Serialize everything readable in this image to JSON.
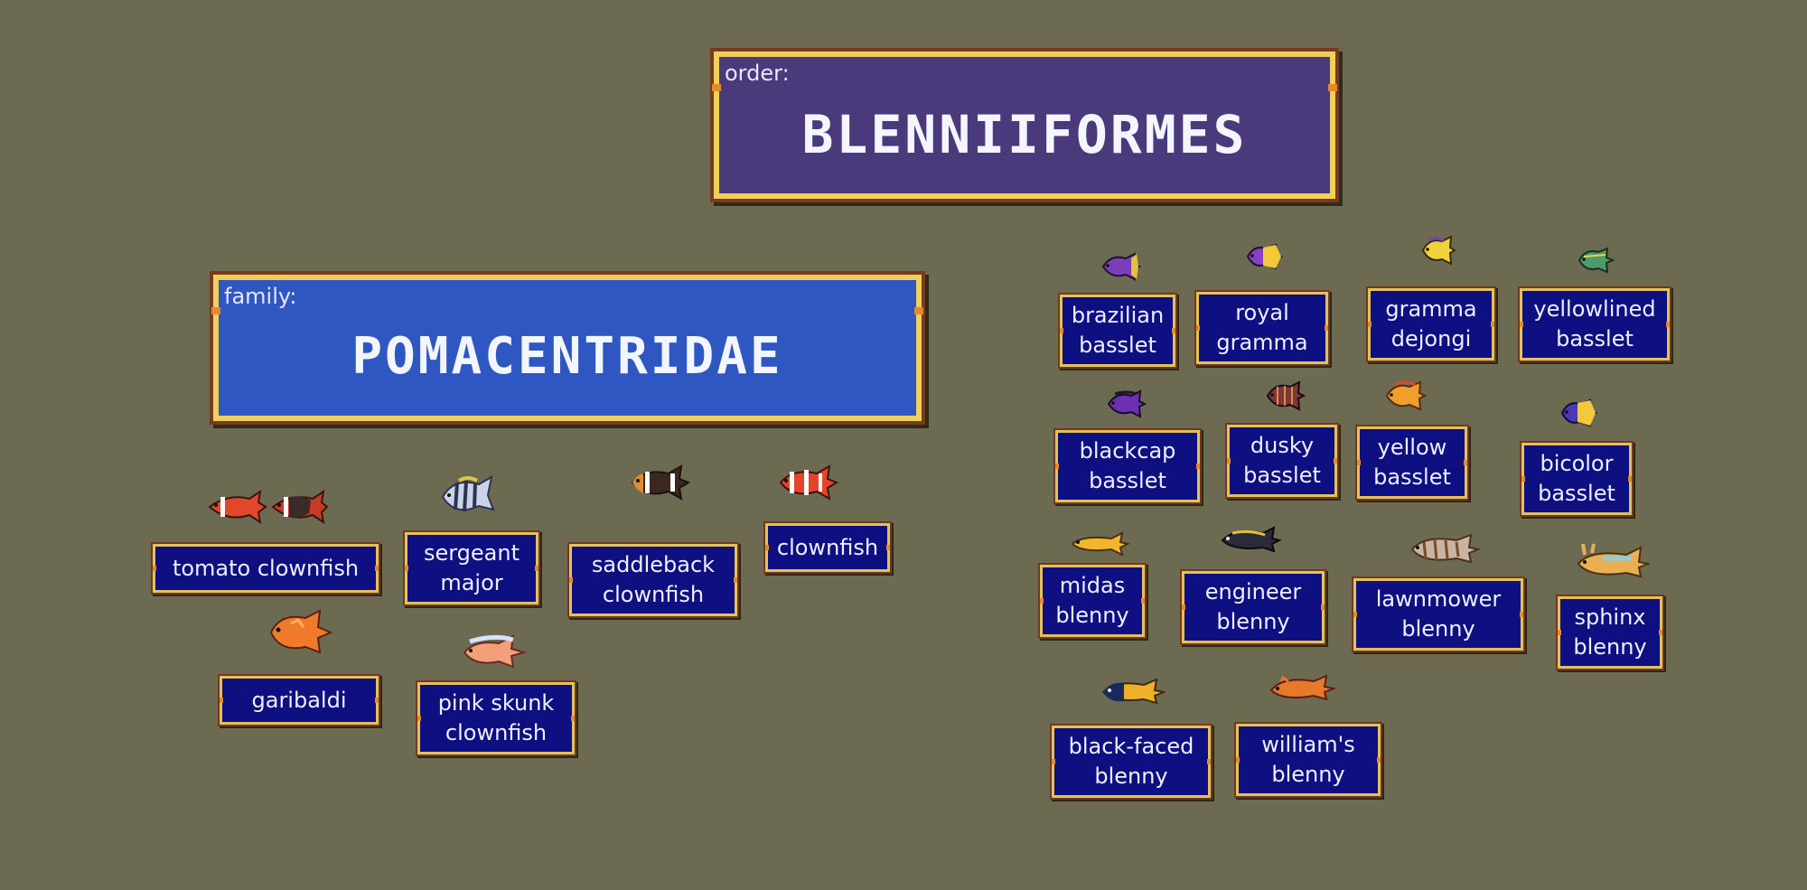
{
  "order": {
    "kicker": "order:",
    "name": "BLENNIIFORMES"
  },
  "family": {
    "kicker": "family:",
    "name": "POMACENTRIDAE"
  },
  "labels": {
    "tomato": "tomato clownfish",
    "sergeant": "sergeant\nmajor",
    "saddleback": "saddleback\nclownfish",
    "clownfish": "clownfish",
    "garibaldi": "garibaldi",
    "pinkskunk": "pink skunk\nclownfish",
    "brazilian": "brazilian\nbasslet",
    "royal": "royal\ngramma",
    "dejongi": "gramma\ndejongi",
    "yellowlined": "yellowlined\nbasslet",
    "blackcap": "blackcap\nbasslet",
    "dusky": "dusky\nbasslet",
    "yellowbasslet": "yellow\nbasslet",
    "bicolor": "bicolor\nbasslet",
    "midas": "midas\nblenny",
    "engineer": "engineer\nblenny",
    "lawnmower": "lawnmower\nblenny",
    "sphinx": "sphinx\nblenny",
    "blackfaced": "black-faced\nblenny",
    "williams": "william's\nblenny"
  },
  "fish_icons": [
    "tomato-clownfish-icon",
    "sergeant-major-icon",
    "saddleback-clownfish-icon",
    "clownfish-icon",
    "garibaldi-icon",
    "pink-skunk-clownfish-icon",
    "brazilian-basslet-icon",
    "royal-gramma-icon",
    "gramma-dejongi-icon",
    "yellowlined-basslet-icon",
    "blackcap-basslet-icon",
    "dusky-basslet-icon",
    "yellow-basslet-icon",
    "bicolor-basslet-icon",
    "midas-blenny-icon",
    "engineer-blenny-icon",
    "lawnmower-blenny-icon",
    "sphinx-blenny-icon",
    "black-faced-blenny-icon",
    "williams-blenny-icon"
  ],
  "colors": {
    "background": "#6c6b52",
    "order_panel": "#4a3a7c",
    "family_panel": "#2e57c2",
    "label_fill": "#0e0f80",
    "frame_gold": "#f1cf5d",
    "frame_brown": "#7a3a1d"
  }
}
